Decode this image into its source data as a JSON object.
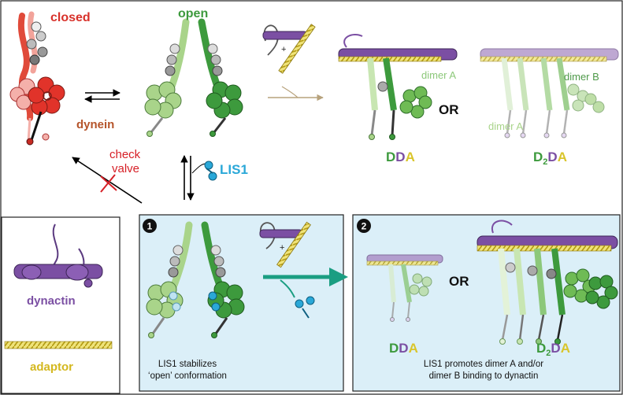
{
  "labels": {
    "closed": "closed",
    "open": "open",
    "dynein": "dynein",
    "or_top": "OR",
    "dimer_a_top1": "dimer A",
    "dimer_b_top2": "dimer B",
    "dimer_a_top2": "dimer A",
    "check": "check",
    "valve": "valve",
    "lis1": "LIS1",
    "plus_top": "+",
    "plus_bottom": "+",
    "or_bottom": "OR",
    "step1": "1",
    "step2": "2",
    "dynactin": "dynactin",
    "adaptor": "adaptor",
    "caption1_line1": "LIS1 stabilizes",
    "caption1_line2": "‘open’ conformation",
    "caption2_line1": "LIS1 promotes dimer A and/or",
    "caption2_line2": "dimer B binding to dynactin"
  },
  "complexes": {
    "dda_top": {
      "d1": "D",
      "d2": "D",
      "a": "A"
    },
    "d2da_top": {
      "d": "D",
      "sub": "2",
      "d2": "D",
      "a": "A"
    },
    "dda_bottom": {
      "d1": "D",
      "d2": "D",
      "a": "A"
    },
    "d2da_bottom": {
      "d": "D",
      "sub": "2",
      "d2": "D",
      "a": "A"
    }
  },
  "colors": {
    "closed_red": "#d8312a",
    "open_green": "#3d9a3d",
    "light_green": "#a9d48a",
    "dynactin_purple": "#7b4fa3",
    "adaptor_yellow": "#d9c52b",
    "lis1_blue": "#2aa8d8",
    "panel_blue": "#dbeff8",
    "arrow_teal": "#1a9e82",
    "check_red": "#d61f26"
  }
}
